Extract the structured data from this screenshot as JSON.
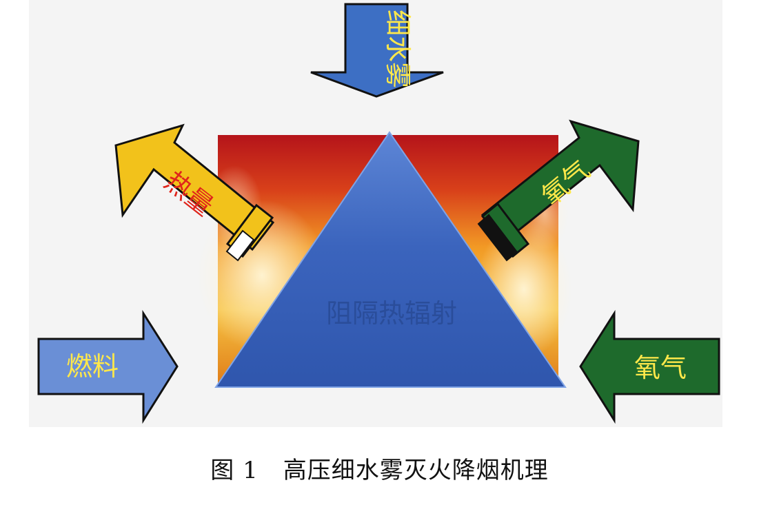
{
  "labels": {
    "top_arrow": "细水雾",
    "heat_arrow": "热量",
    "oxygen_out_arrow": "氧气",
    "fuel_arrow": "燃料",
    "oxygen_in_arrow": "氧气",
    "triangle": "阻隔热辐射"
  },
  "caption": {
    "number": "图 1",
    "title": "高压细水雾灭火降烟机理"
  },
  "colors": {
    "mist_arrow": "#3d6fc4",
    "heat_arrow": "#f2c21b",
    "oxygen_arrow": "#1e6a2c",
    "fuel_arrow": "#6a8fd6",
    "triangle": "#3a62b8",
    "label_yellow": "#ffe84a",
    "label_red": "#e0251b",
    "triangle_text": "#2a4d9a"
  }
}
